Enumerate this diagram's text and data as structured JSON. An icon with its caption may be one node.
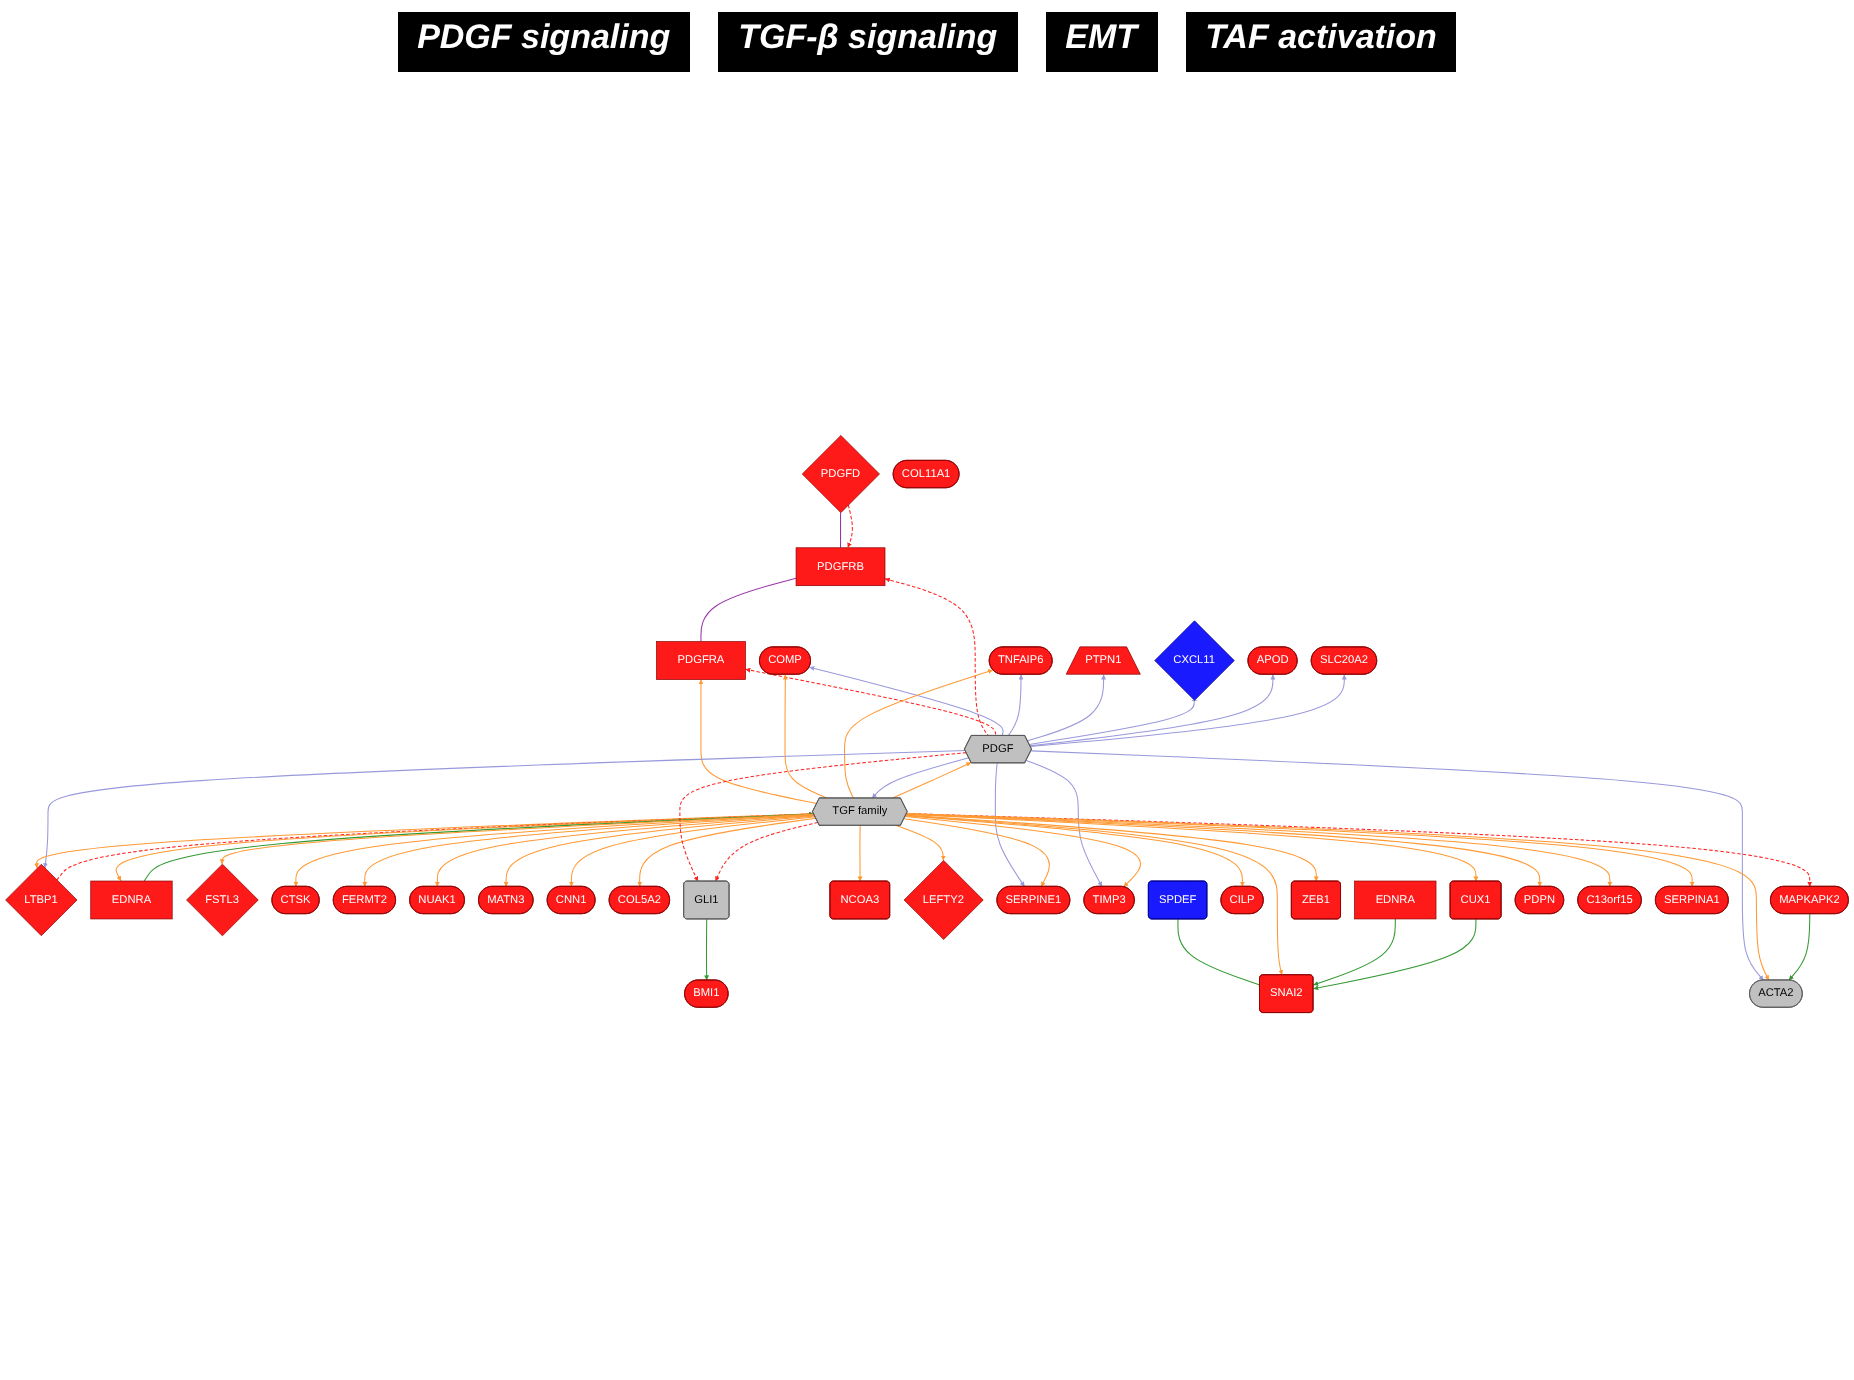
{
  "diagram": {
    "nodes": [
      {
        "text": [
          "PDGFD"
        ]
      },
      {
        "text": [
          "PDGFRB"
        ]
      },
      {
        "text": [
          "PDGFRA"
        ]
      },
      {
        "text": [
          "COMP"
        ]
      },
      {
        "text": [
          "TNFAIP6"
        ]
      },
      {
        "text": [
          "LTBP1"
        ]
      },
      {
        "text": [
          "EDNRA"
        ]
      },
      {
        "text": [
          "FSTL3"
        ]
      },
      {
        "text": [
          "CTSK"
        ]
      },
      {
        "text": [
          "FERMT2"
        ]
      },
      {
        "text": [
          "PTPN1"
        ]
      },
      {
        "text": [
          "NUAK1"
        ]
      },
      {
        "text": [
          "CXCL11"
        ]
      },
      {
        "text": [
          "PDGF"
        ]
      },
      {
        "text": [
          "MATN3"
        ]
      },
      {
        "text": [
          "APOD"
        ]
      },
      {
        "text": [
          "CNN1"
        ]
      },
      {
        "text": [
          "SLC20A2"
        ]
      },
      {
        "text": [
          "TGF family"
        ]
      },
      {
        "text": [
          "COL5A2"
        ]
      },
      {
        "text": [
          "GLI1"
        ]
      },
      {
        "text": [
          "NCOA3"
        ]
      },
      {
        "text": [
          "BMI1"
        ]
      },
      {
        "text": [
          "LEFTY2"
        ]
      },
      {
        "text": [
          "SERPINE1"
        ]
      },
      {
        "text": [
          "TIMP3"
        ]
      },
      {
        "text": [
          "SPDEF"
        ]
      },
      {
        "text": [
          "CILP"
        ]
      },
      {
        "text": [
          "SNAI2"
        ]
      },
      {
        "text": [
          "EDNRA"
        ]
      },
      {
        "text": [
          "ZEB1"
        ]
      },
      {
        "text": [
          "MAPKAPK2"
        ]
      },
      {
        "text": [
          "CUX1"
        ]
      },
      {
        "text": [
          "PDPN"
        ]
      },
      {
        "text": [
          "ACTA2"
        ]
      },
      {
        "text": [
          "C13orf15"
        ]
      },
      {
        "text": [
          "SERPINA1"
        ]
      },
      {
        "text": [
          "COL11A1"
        ]
      }
    ],
    "edges": [
      {
        "from": 0,
        "to": 1,
        "arrow": "none",
        "color": "#9933aa"
      },
      {
        "from": 0,
        "to": 1,
        "arrow": "to",
        "style": "dashed",
        "color": "#ff2222"
      },
      {
        "from": 1,
        "to": 2,
        "arrow": "none",
        "color": "#9933aa"
      },
      {
        "from": 13,
        "to": 1,
        "arrow": "to",
        "style": "dashed",
        "color": "#ff2222"
      },
      {
        "from": 13,
        "to": 2,
        "arrow": "to",
        "style": "dashed",
        "color": "#ff2222"
      },
      {
        "from": 18,
        "to": 2,
        "arrow": "to"
      },
      {
        "from": 13,
        "to": 3,
        "arrow": "to",
        "color": "#9999dd"
      },
      {
        "from": 18,
        "to": 3,
        "arrow": "to"
      },
      {
        "from": 13,
        "to": 4,
        "arrow": "to",
        "color": "#9999dd"
      },
      {
        "from": 18,
        "to": 4,
        "arrow": "to"
      },
      {
        "from": 13,
        "to": 5,
        "arrow": "to",
        "color": "#9999dd"
      },
      {
        "from": 18,
        "to": 5,
        "arrow": "to"
      },
      {
        "from": 5,
        "to": 18,
        "arrow": "to",
        "style": "dashed",
        "color": "#ff2222"
      },
      {
        "from": 18,
        "to": 6,
        "arrow": "to"
      },
      {
        "from": 6,
        "to": 18,
        "arrow": "to",
        "color": "#339933"
      },
      {
        "from": 18,
        "to": 7,
        "arrow": "to"
      },
      {
        "from": 18,
        "to": 8,
        "arrow": "to"
      },
      {
        "from": 18,
        "to": 9,
        "arrow": "to"
      },
      {
        "from": 13,
        "to": 10,
        "arrow": "to",
        "color": "#9999dd"
      },
      {
        "from": 18,
        "to": 11,
        "arrow": "to"
      },
      {
        "from": 13,
        "to": 12,
        "arrow": "other",
        "color": "#9999dd"
      },
      {
        "from": 18,
        "to": 13,
        "arrow": "to"
      },
      {
        "from": 18,
        "to": 14,
        "arrow": "to"
      },
      {
        "from": 13,
        "to": 15,
        "arrow": "to",
        "color": "#9999dd"
      },
      {
        "from": 18,
        "to": 16,
        "arrow": "to"
      },
      {
        "from": 13,
        "to": 17,
        "arrow": "to",
        "color": "#9999dd"
      },
      {
        "from": 13,
        "to": 18,
        "arrow": "to",
        "color": "#9999dd"
      },
      {
        "from": 18,
        "to": 19,
        "arrow": "to"
      },
      {
        "from": 13,
        "to": 20,
        "arrow": "to",
        "style": "dashed",
        "color": "#ff2222"
      },
      {
        "from": 18,
        "to": 20,
        "arrow": "to",
        "style": "dashed",
        "color": "#ff2222"
      },
      {
        "from": 18,
        "to": 21,
        "arrow": "to"
      },
      {
        "from": 20,
        "to": 22,
        "arrow": "to",
        "color": "#339933"
      },
      {
        "from": 18,
        "to": 23,
        "arrow": "to"
      },
      {
        "from": 13,
        "to": 24,
        "arrow": "to",
        "color": "#9999dd"
      },
      {
        "from": 18,
        "to": 24,
        "arrow": "to"
      },
      {
        "from": 13,
        "to": 25,
        "arrow": "to",
        "color": "#9999dd"
      },
      {
        "from": 18,
        "to": 25,
        "arrow": "to"
      },
      {
        "from": 18,
        "to": 27,
        "arrow": "to"
      },
      {
        "from": 26,
        "to": 28,
        "arrow": "other",
        "color": "#339933"
      },
      {
        "from": 18,
        "to": 28,
        "arrow": "to"
      },
      {
        "from": 29,
        "to": 28,
        "arrow": "to",
        "color": "#339933"
      },
      {
        "from": 18,
        "to": 30,
        "arrow": "to"
      },
      {
        "from": 18,
        "to": 31,
        "arrow": "to",
        "style": "dashed",
        "color": "#ff2222"
      },
      {
        "from": 18,
        "to": 32,
        "arrow": "to"
      },
      {
        "from": 32,
        "to": 28,
        "arrow": "to",
        "color": "#339933"
      },
      {
        "from": 18,
        "to": 33,
        "arrow": "to"
      },
      {
        "from": 13,
        "to": 34,
        "arrow": "to",
        "color": "#9999dd"
      },
      {
        "from": 18,
        "to": 34,
        "arrow": "to"
      },
      {
        "from": 31,
        "to": 34,
        "arrow": "to",
        "color": "#339933"
      },
      {
        "from": 18,
        "to": 35,
        "arrow": "to"
      },
      {
        "from": 18,
        "to": 36,
        "arrow": "to"
      }
    ],
    "labels": [
      "PDGF signaling",
      "TGF-β signaling",
      "EMT",
      "TAF activation"
    ]
  }
}
